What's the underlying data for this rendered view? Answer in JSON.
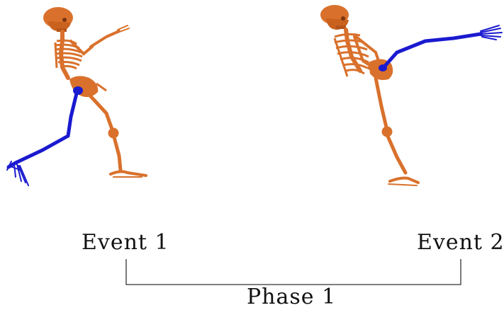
{
  "labels": {
    "event1": "Event 1",
    "event2": "Event 2",
    "phase1": "Phase 1"
  },
  "figures": [
    {
      "name": "skeleton-event-1",
      "description_icon": "skeleton-icon"
    },
    {
      "name": "skeleton-event-2",
      "description_icon": "skeleton-icon"
    }
  ],
  "colors": {
    "bone": "#d9712c",
    "bone_dark": "#b5551a",
    "highlight_limb": "#1a1ad0",
    "bracket": "#333333"
  }
}
